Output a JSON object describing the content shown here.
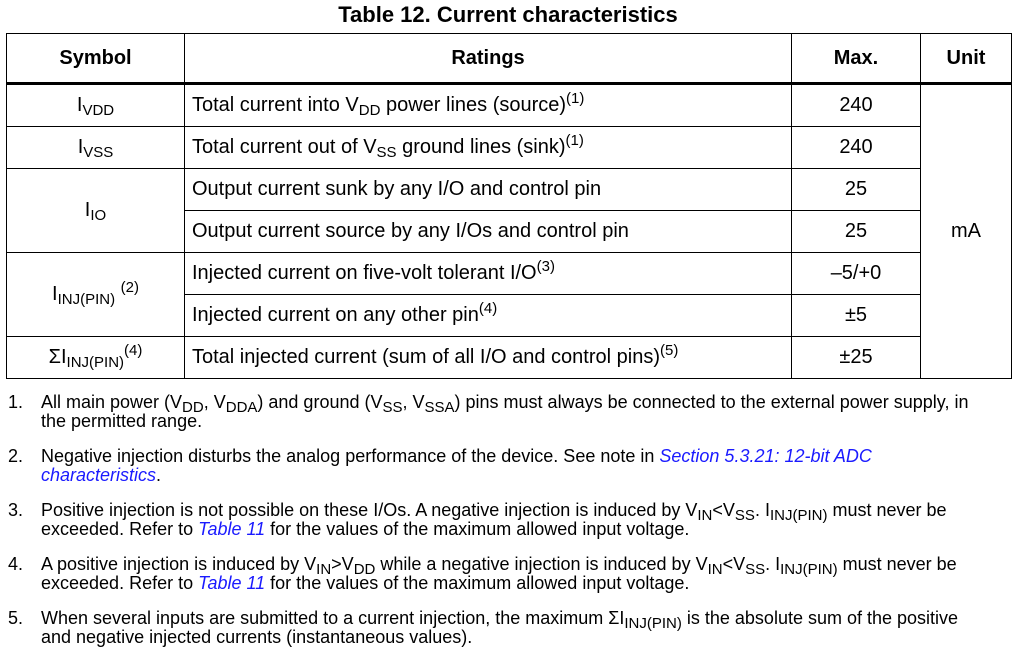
{
  "caption": "Table 12. Current characteristics",
  "headers": {
    "symbol": "Symbol",
    "ratings": "Ratings",
    "max": "Max.",
    "unit": "Unit"
  },
  "rows": [
    {
      "sym": "I",
      "sym_sub": "VDD",
      "r1": "Total current into V",
      "r_sub": "DD",
      "r2": " power lines (source)",
      "sup": "(1)",
      "max": "240"
    },
    {
      "sym": "I",
      "sym_sub": "VSS",
      "r1": "Total current out of V",
      "r_sub": "SS",
      "r2": " ground lines (sink)",
      "sup": "(1)",
      "max": "240"
    },
    {
      "sym": "I",
      "sym_sub": "IO",
      "rating": "Output current sunk by any I/O and control pin",
      "max": "25"
    },
    {
      "rating": "Output current source by any I/Os and control pin",
      "max": "25"
    },
    {
      "sym": "I",
      "sym_sub": "INJ(PIN)",
      "sym_sup": "(2)",
      "rating": "Injected current on five-volt tolerant I/O",
      "sup": "(3)",
      "max": "–5/+0"
    },
    {
      "rating": "Injected current on any other pin",
      "sup": "(4)",
      "max": "±5"
    },
    {
      "sym": "ΣI",
      "sym_sub": "INJ(PIN)",
      "sym_sup": "(4)",
      "rating": "Total injected current (sum of all I/O and control pins)",
      "sup": "(5)",
      "max": "±25"
    }
  ],
  "unit": "mA",
  "notes": [
    {
      "num": "1.",
      "a": "All main power (V",
      "s1": "DD",
      "b": ", V",
      "s2": "DDA",
      "c": ") and ground (V",
      "s3": "SS",
      "d": ", V",
      "s4": "SSA",
      "e": ") pins must always be connected to the external power supply, in the permitted range."
    },
    {
      "num": "2.",
      "a": "Negative injection disturbs the analog performance of the device. See note in ",
      "link": "Section 5.3.21: 12-bit ADC characteristics",
      "b": "."
    },
    {
      "num": "3.",
      "a": "Positive injection is not possible on these I/Os. A negative injection is induced by V",
      "s1": "IN",
      "b": "<V",
      "s2": "SS",
      "c": ". I",
      "s3": "INJ(PIN)",
      "d": " must never be exceeded. Refer to ",
      "link": "Table 11",
      "e": " for the values of the maximum allowed input voltage."
    },
    {
      "num": "4.",
      "a": "A positive injection is induced by V",
      "s1": "IN",
      "b": ">V",
      "s2": "DD",
      "c": " while a negative injection is induced by V",
      "s3": "IN",
      "d": "<V",
      "s4": "SS",
      "e": ". I",
      "s5": "INJ(PIN)",
      "f": " must never be exceeded. Refer to ",
      "link": "Table 11",
      "g": " for the values of the maximum allowed input voltage."
    },
    {
      "num": "5.",
      "a": "When several inputs are submitted to a current injection, the maximum ΣI",
      "s1": "INJ(PIN)",
      "b": " is the absolute sum of the positive and negative injected currents (instantaneous values)."
    }
  ]
}
